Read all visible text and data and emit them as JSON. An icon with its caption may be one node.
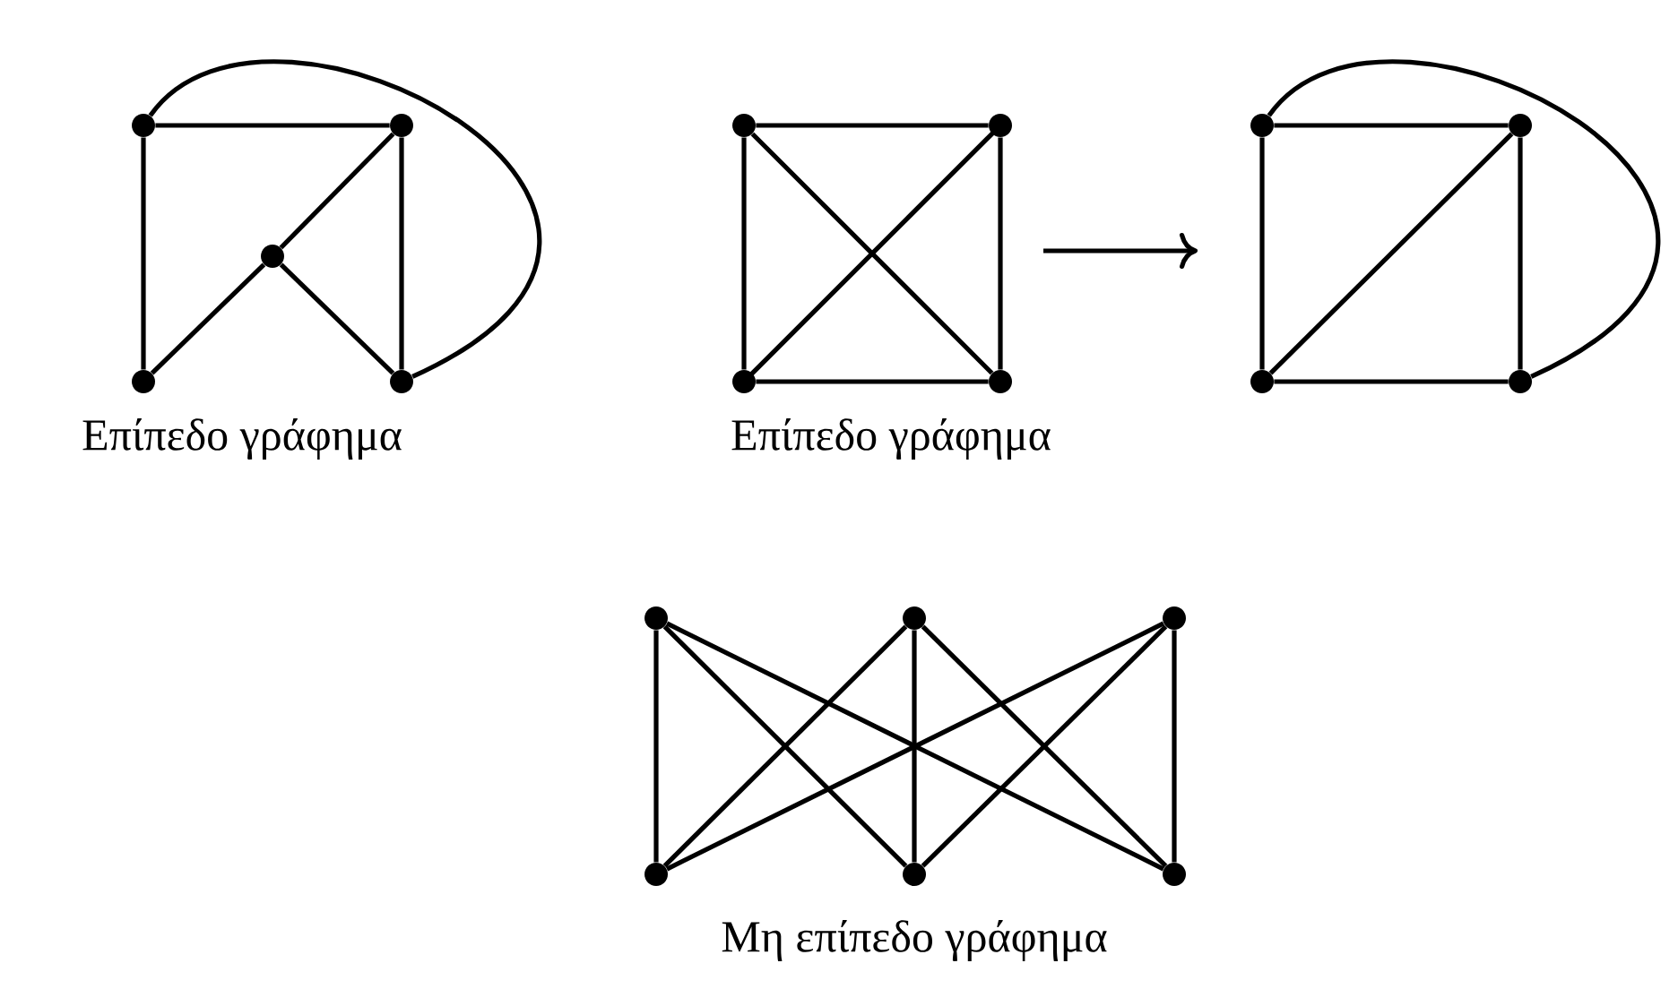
{
  "diagram": {
    "nodes": [
      {
        "text": [],
        "shape": "circle"
      },
      {
        "text": [],
        "shape": "circle"
      },
      {
        "text": [],
        "shape": "circle"
      },
      {
        "text": [],
        "shape": "circle"
      },
      {
        "text": [],
        "shape": "circle"
      },
      {
        "text": [],
        "shape": "circle"
      },
      {
        "text": [],
        "shape": "circle"
      },
      {
        "text": [],
        "shape": "circle"
      },
      {
        "text": [],
        "shape": "circle"
      },
      {
        "text": [],
        "shape": "circle"
      },
      {
        "text": [],
        "shape": "circle"
      },
      {
        "text": [],
        "shape": "circle"
      },
      {
        "text": [],
        "shape": "circle"
      },
      {
        "text": [],
        "shape": "circle"
      },
      {
        "text": [],
        "shape": "circle"
      },
      {
        "text": [],
        "shape": "circle"
      },
      {
        "text": [],
        "shape": "circle"
      },
      {
        "text": [],
        "shape": "circle"
      },
      {
        "text": [],
        "shape": "circle"
      }
    ],
    "edges": [
      {
        "from": 0,
        "to": 1,
        "arrow": "none"
      },
      {
        "from": 0,
        "to": 3,
        "arrow": "none"
      },
      {
        "from": 1,
        "to": 4,
        "arrow": "none"
      },
      {
        "from": 1,
        "to": 2,
        "arrow": "none"
      },
      {
        "from": 2,
        "to": 3,
        "arrow": "none"
      },
      {
        "from": 2,
        "to": 4,
        "arrow": "none"
      },
      {
        "from": 0,
        "to": 4,
        "arrow": "none"
      },
      {
        "from": 5,
        "to": 6,
        "arrow": "none"
      },
      {
        "from": 5,
        "to": 7,
        "arrow": "none"
      },
      {
        "from": 6,
        "to": 8,
        "arrow": "none"
      },
      {
        "from": 7,
        "to": 8,
        "arrow": "none"
      },
      {
        "from": 5,
        "to": 8,
        "arrow": "none"
      },
      {
        "from": 6,
        "to": 7,
        "arrow": "none"
      },
      {
        "from": 9,
        "to": 10,
        "arrow": "none"
      },
      {
        "from": 9,
        "to": 11,
        "arrow": "none"
      },
      {
        "from": 10,
        "to": 12,
        "arrow": "none"
      },
      {
        "from": 11,
        "to": 12,
        "arrow": "none"
      },
      {
        "from": 11,
        "to": 10,
        "arrow": "none"
      },
      {
        "from": 9,
        "to": 12,
        "arrow": "none"
      },
      {
        "from": 13,
        "to": 16,
        "arrow": "none"
      },
      {
        "from": 13,
        "to": 17,
        "arrow": "none"
      },
      {
        "from": 13,
        "to": 18,
        "arrow": "none"
      },
      {
        "from": 14,
        "to": 16,
        "arrow": "none"
      },
      {
        "from": 14,
        "to": 17,
        "arrow": "none"
      },
      {
        "from": 14,
        "to": 18,
        "arrow": "none"
      },
      {
        "from": 15,
        "to": 16,
        "arrow": "none"
      },
      {
        "from": 15,
        "to": 17,
        "arrow": "none"
      },
      {
        "from": 15,
        "to": 18,
        "arrow": "none"
      }
    ],
    "labels": [
      "Επίπεδο γράφημα",
      "Επίπεδο γράφημα",
      "Μη επίπεδο γράφημα"
    ]
  }
}
